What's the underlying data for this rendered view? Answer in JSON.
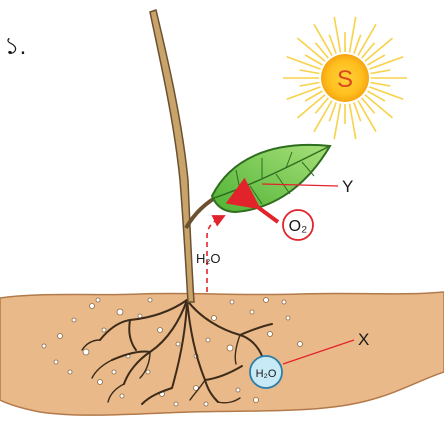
{
  "question_number": "১.",
  "labels": {
    "sun": "S",
    "leaf": "Y",
    "root_water": "X",
    "stem_water": "H₂O",
    "water_bubble": "H₂O",
    "oxygen": "O₂"
  },
  "colors": {
    "soil": "#e9b98a",
    "soil_edge": "#b27a4a",
    "sun_rays": "#f7d24a",
    "sun_core": "#f5b71c",
    "sun_text": "#d9471d",
    "leaf_fill": "#8bd35a",
    "leaf_vein": "#2f6d1f",
    "stem": "#c9a46a",
    "stem_edge": "#6b5130",
    "roots": "#3d2b1a",
    "arrow_red": "#e3232c",
    "bubble": "#c8e9f6",
    "bubble_edge": "#2e7fa8"
  },
  "icons": [
    "sun-icon",
    "leaf-icon",
    "water-drop-icon",
    "oxygen-icon"
  ]
}
